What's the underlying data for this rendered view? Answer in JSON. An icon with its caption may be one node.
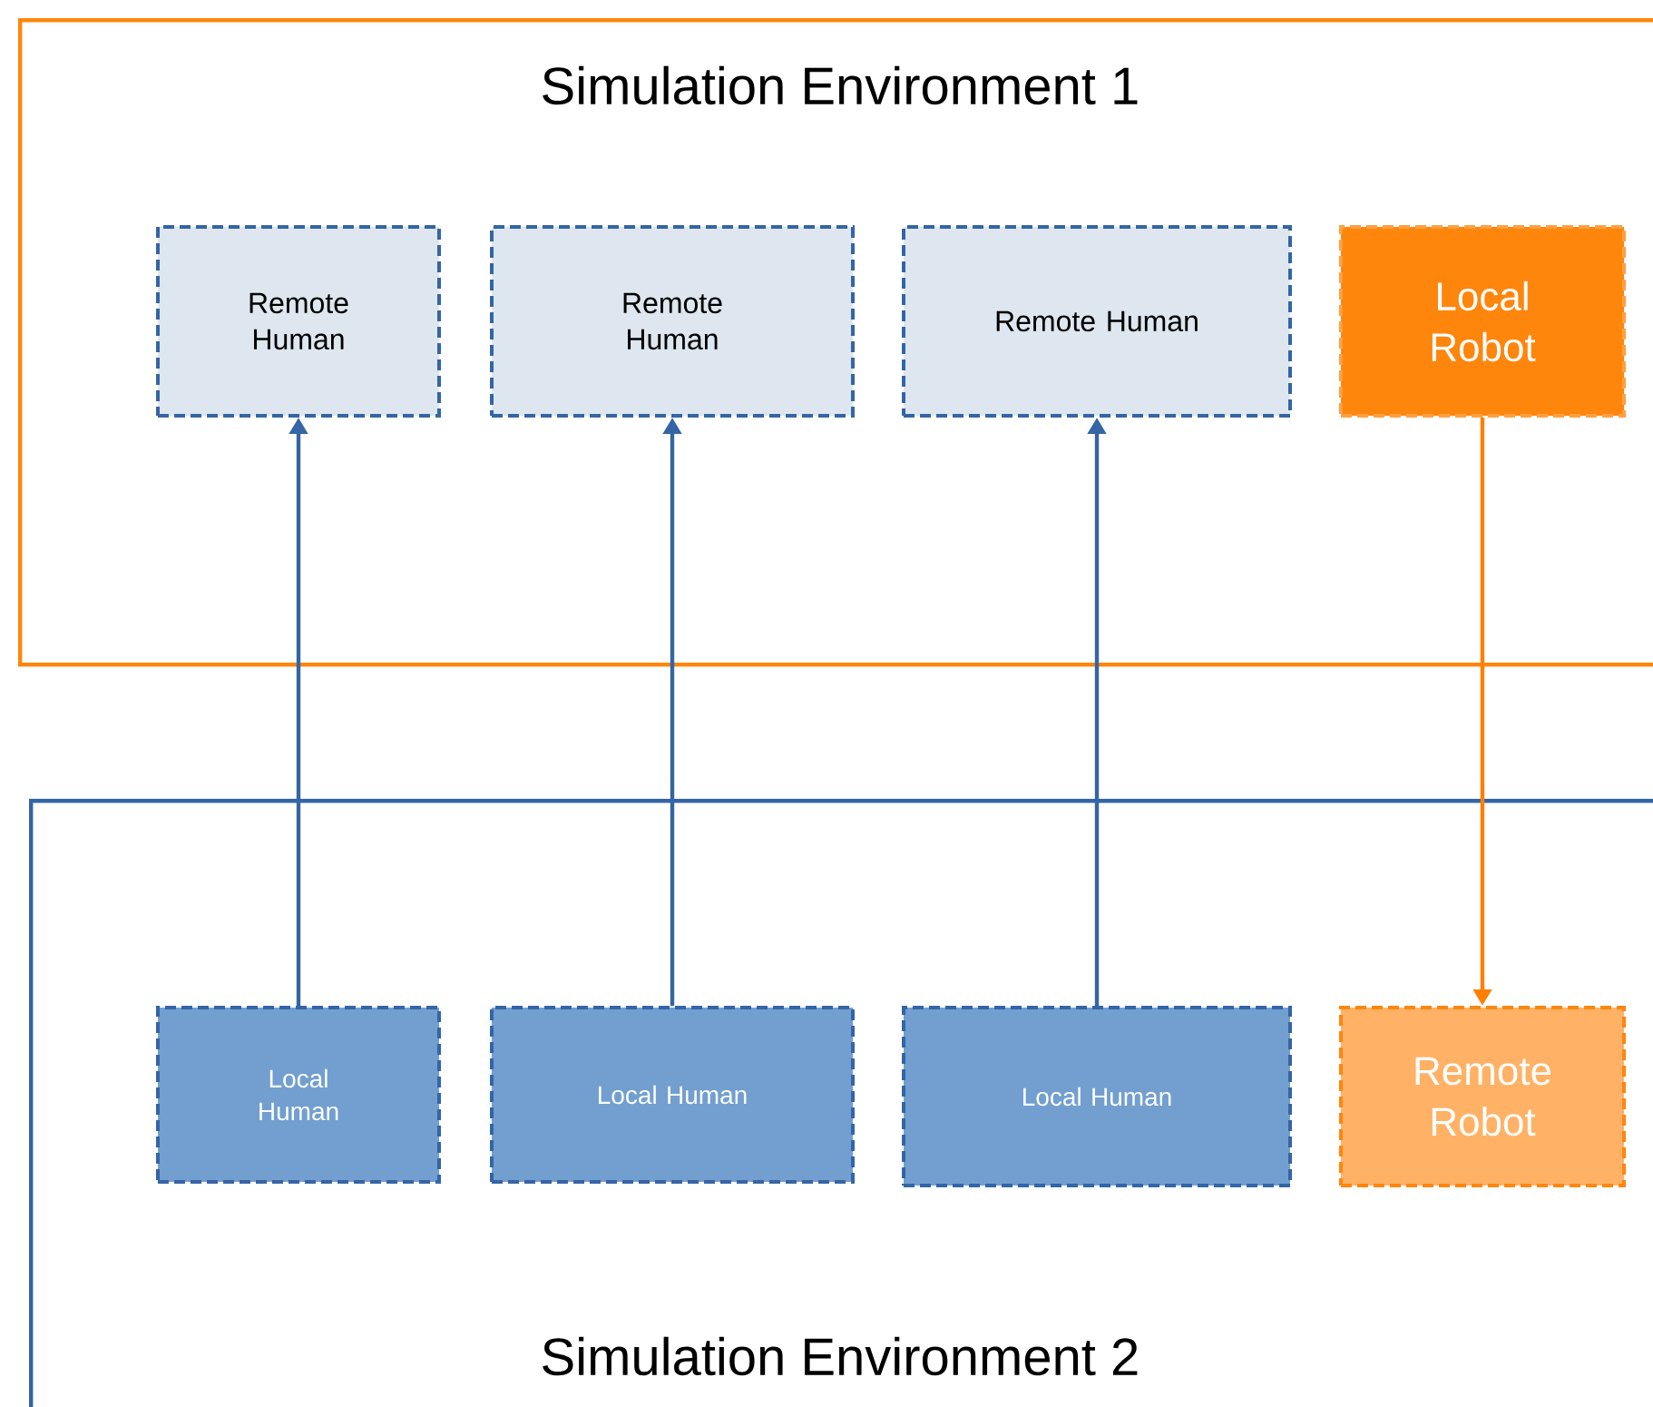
{
  "diagram": {
    "nodes": [
      {
        "text": [
          "Simulation Environment 1"
        ]
      },
      {
        "text": [
          "Remote Human"
        ],
        "in": 0
      },
      {
        "text": [
          "Remote Human"
        ],
        "in": 0
      },
      {
        "text": [
          "Remote Human"
        ],
        "in": 0
      },
      {
        "text": [
          "Local Robot"
        ],
        "in": 0
      },
      {
        "text": [
          "Simulation Environment 2"
        ]
      },
      {
        "text": [
          "Local Human"
        ],
        "in": 5
      },
      {
        "text": [
          "Local Human"
        ],
        "in": 5
      },
      {
        "text": [
          "Local Human"
        ],
        "in": 5
      },
      {
        "text": [
          "Remote Robot"
        ],
        "in": 5
      }
    ],
    "edges": [
      {
        "from": 6,
        "to": 1,
        "arrow": "to"
      },
      {
        "from": 7,
        "to": 2,
        "arrow": "to"
      },
      {
        "from": 8,
        "to": 3,
        "arrow": "to"
      },
      {
        "from": 4,
        "to": 9,
        "arrow": "to",
        "color": "#ff8000"
      }
    ]
  }
}
